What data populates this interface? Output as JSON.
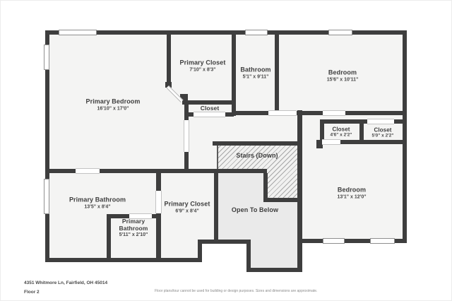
{
  "floorplan": {
    "rooms": [
      {
        "id": "primary-bedroom",
        "name": "Primary Bedroom",
        "dims": "16'10\" x 17'0\""
      },
      {
        "id": "primary-closet-upper",
        "name": "Primary Closet",
        "dims": "7'10\" x 8'3\""
      },
      {
        "id": "hall-closet",
        "name": "Closet",
        "dims": ""
      },
      {
        "id": "bathroom",
        "name": "Bathroom",
        "dims": "5'1\" x 9'11\""
      },
      {
        "id": "bedroom-upper",
        "name": "Bedroom",
        "dims": "15'6\" x 10'11\""
      },
      {
        "id": "closet-46",
        "name": "Closet",
        "dims": "4'6\" x 2'2\""
      },
      {
        "id": "closet-50",
        "name": "Closet",
        "dims": "5'0\" x 2'2\""
      },
      {
        "id": "stairs",
        "name": "Stairs (Down)",
        "dims": ""
      },
      {
        "id": "bedroom-lower",
        "name": "Bedroom",
        "dims": "13'1\" x 12'0\""
      },
      {
        "id": "open-to-below",
        "name": "Open To Below",
        "dims": ""
      },
      {
        "id": "primary-bathroom",
        "name": "Primary Bathroom",
        "dims": "13'5\" x 8'4\""
      },
      {
        "id": "primary-closet-lower",
        "name": "Primary Closet",
        "dims": "6'9\" x 8'4\""
      },
      {
        "id": "primary-bathroom-small",
        "name": "Primary Bathroom",
        "dims": "5'11\" x 2'10\""
      }
    ],
    "footer": {
      "address": "4351 Whitmore Ln, Fairfield, OH 45014",
      "floor_label": "Floor 2",
      "disclaimer": "Floor plans/tour cannot be used for building or design purposes. Sizes and dimensions are approximate."
    },
    "colors": {
      "wall": "#3e3e3e",
      "room_fill": "#f4f4f3",
      "open_fill": "#eaeaea",
      "text": "#3e3e3e"
    }
  }
}
